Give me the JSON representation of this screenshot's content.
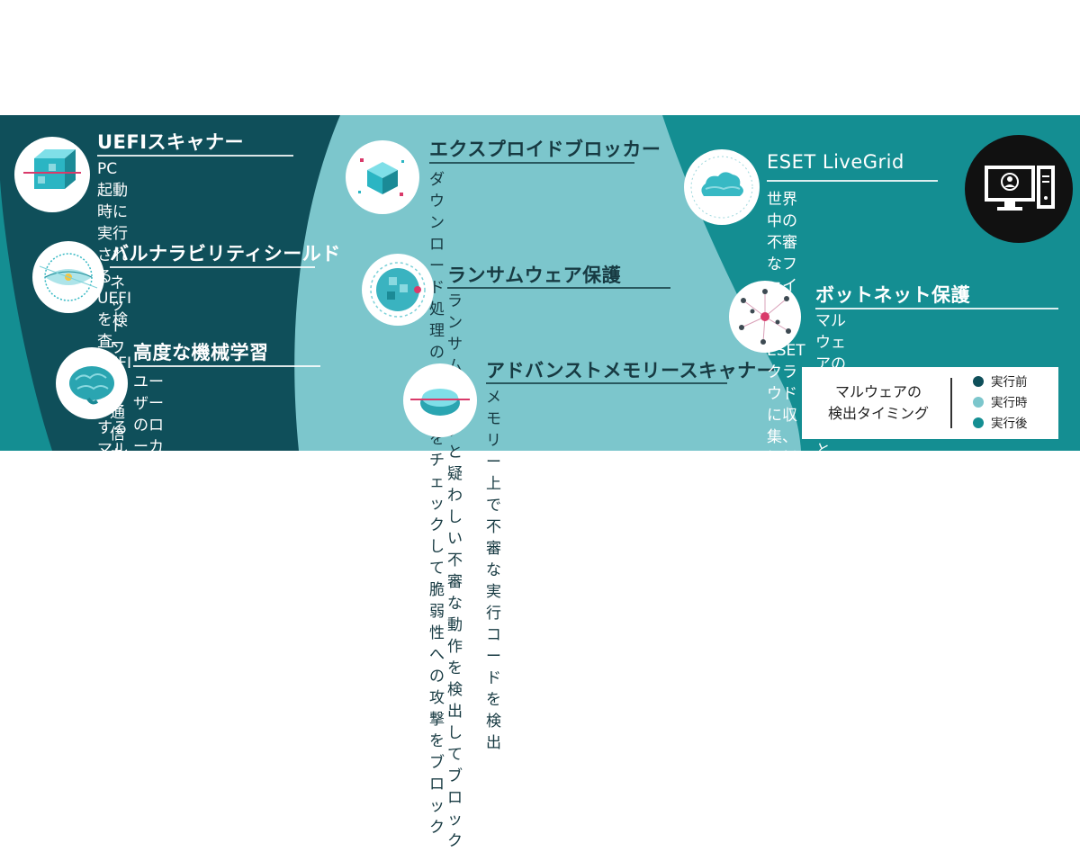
{
  "colors": {
    "before_execution": "#0f4f5a",
    "during_execution": "#7cc6cc",
    "after_execution": "#148e92",
    "panel_text_light": "#ffffff",
    "panel_text_dark": "#173a42"
  },
  "columns": {
    "before": [
      {
        "title": "UEFIスキャナー",
        "description": "PC起動時に実行される\nUEFIを検査、UEFIに感染\nするマルウェアを検出",
        "icon": "uefi-chip-icon"
      },
      {
        "title": "バルナラビリティシールド",
        "description": "ネットワーク通信を検査して、\n脆弱性への攻撃をブロック",
        "icon": "network-shield-icon"
      },
      {
        "title": "高度な機械学習",
        "description": "ユーザーのローカル環境で機械\n学習による解析を実施、未知の\nマルウェアを迅速に検出",
        "icon": "brain-icon"
      }
    ],
    "during": [
      {
        "title": "エクスプロイドブロッカー",
        "description": "ダウンロード処理の不整合を\nチェックして脆弱性への攻撃\nをブロック",
        "icon": "cube-blocker-icon"
      },
      {
        "title": "ランサムウェア保護",
        "description": "ランサムウェアと疑わしい不\n審な動作を検出してブロック",
        "icon": "ransomware-sphere-icon"
      },
      {
        "title": "アドバンストメモリースキャナー",
        "description": "メモリー上で不審な実行コードを\n検出",
        "icon": "memory-scan-icon"
      }
    ],
    "after": [
      {
        "title": "ESET LiveGrid",
        "description": "世界中の不審なファイル\nをESETクラウドに収\n集、解析して検出に利用",
        "icon": "cloud-grid-icon"
      },
      {
        "title": "ボットネット保護",
        "description": "マルウェアのC&Cサーバーと\nの通信を検出",
        "icon": "botnet-icon"
      }
    ]
  },
  "badge_icon": "computer-user-icon",
  "legend": {
    "title": "マルウェアの\n検出タイミング",
    "items": [
      {
        "label": "実行前",
        "color": "#0f4f5a"
      },
      {
        "label": "実行時",
        "color": "#7cc6cc"
      },
      {
        "label": "実行後",
        "color": "#148e92"
      }
    ]
  }
}
